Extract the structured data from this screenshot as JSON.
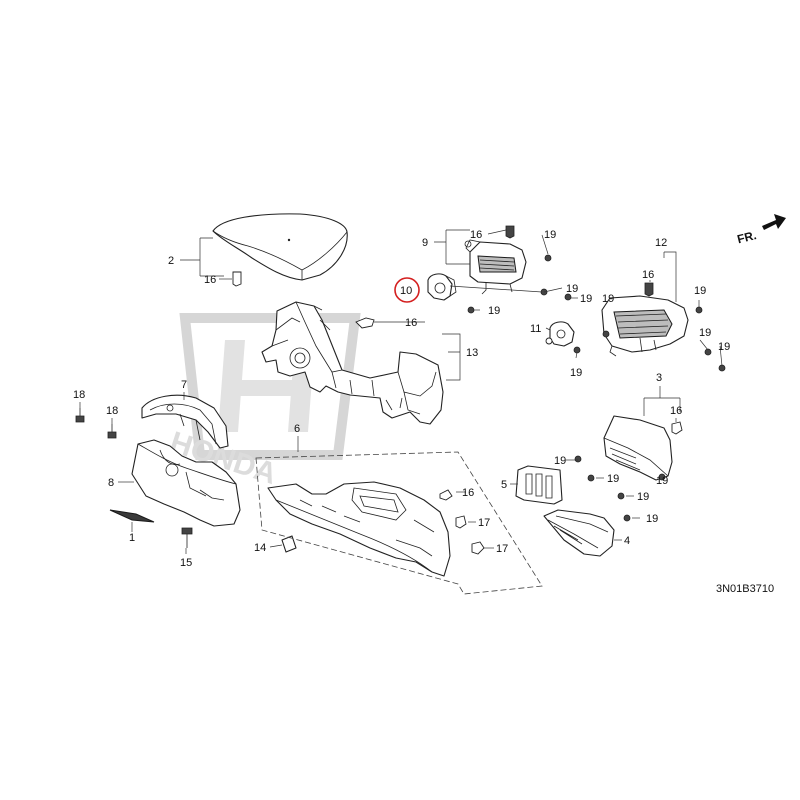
{
  "diagram": {
    "reference_code": "3N01B3710",
    "front_arrow_label": "FR.",
    "highlight_color": "#d42020",
    "watermark_color": "#d6d6d6",
    "callouts": {
      "c1": "1",
      "c2": "2",
      "c3": "3",
      "c4": "4",
      "c5": "5",
      "c6": "6",
      "c7": "7",
      "c8": "8",
      "c9": "9",
      "c10": "10",
      "c11": "11",
      "c12": "12",
      "c13": "13",
      "c14": "14",
      "c15": "15",
      "c16a": "16",
      "c16b": "16",
      "c16c": "16",
      "c16d": "16",
      "c16e": "16",
      "c16f": "16",
      "c17a": "17",
      "c17b": "17",
      "c18a": "18",
      "c18b": "18",
      "c19a": "19",
      "c19b": "19",
      "c19c": "19",
      "c19d": "19",
      "c19e": "19",
      "c19f": "19",
      "c19g": "19",
      "c19h": "19",
      "c19i": "19",
      "c19j": "19",
      "c19k": "19",
      "c19l": "19",
      "c19m": "19",
      "c19n": "19"
    }
  }
}
